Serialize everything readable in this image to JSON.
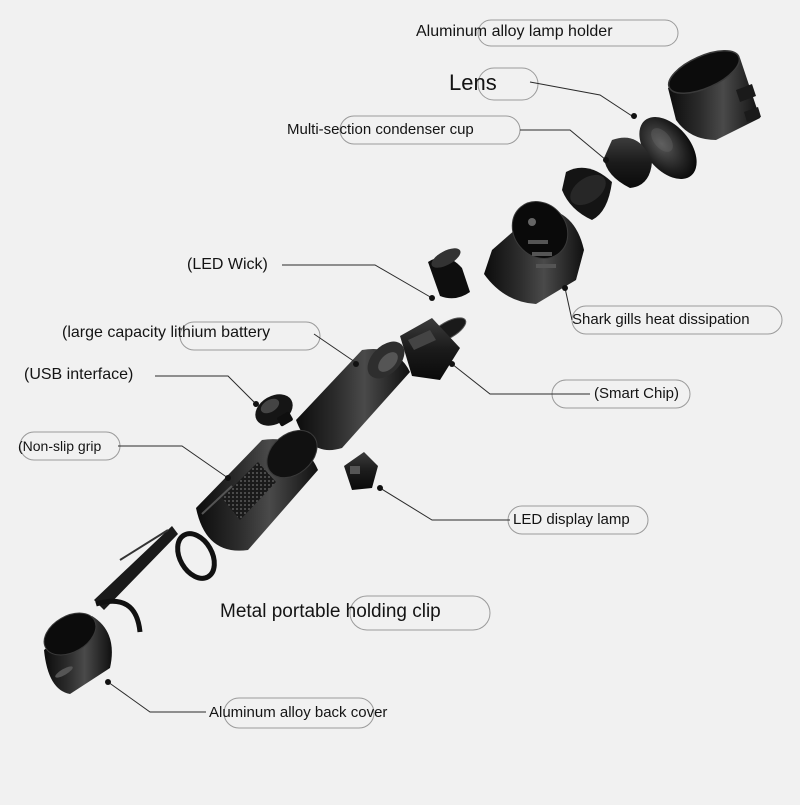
{
  "labels": {
    "lamp_holder": "Aluminum alloy lamp holder",
    "lens": "Lens",
    "condenser_cup": "Multi-section condenser cup",
    "led_wick": "(LED Wick)",
    "shark_gills": "Shark gills heat dissipation",
    "battery": "(large capacity lithium battery",
    "usb": "(USB interface)",
    "smart_chip": "(Smart Chip)",
    "grip": "(Non-slip grip",
    "led_display": "LED display lamp",
    "clip": "Metal portable holding clip",
    "back_cover": "Aluminum alloy back cover"
  }
}
